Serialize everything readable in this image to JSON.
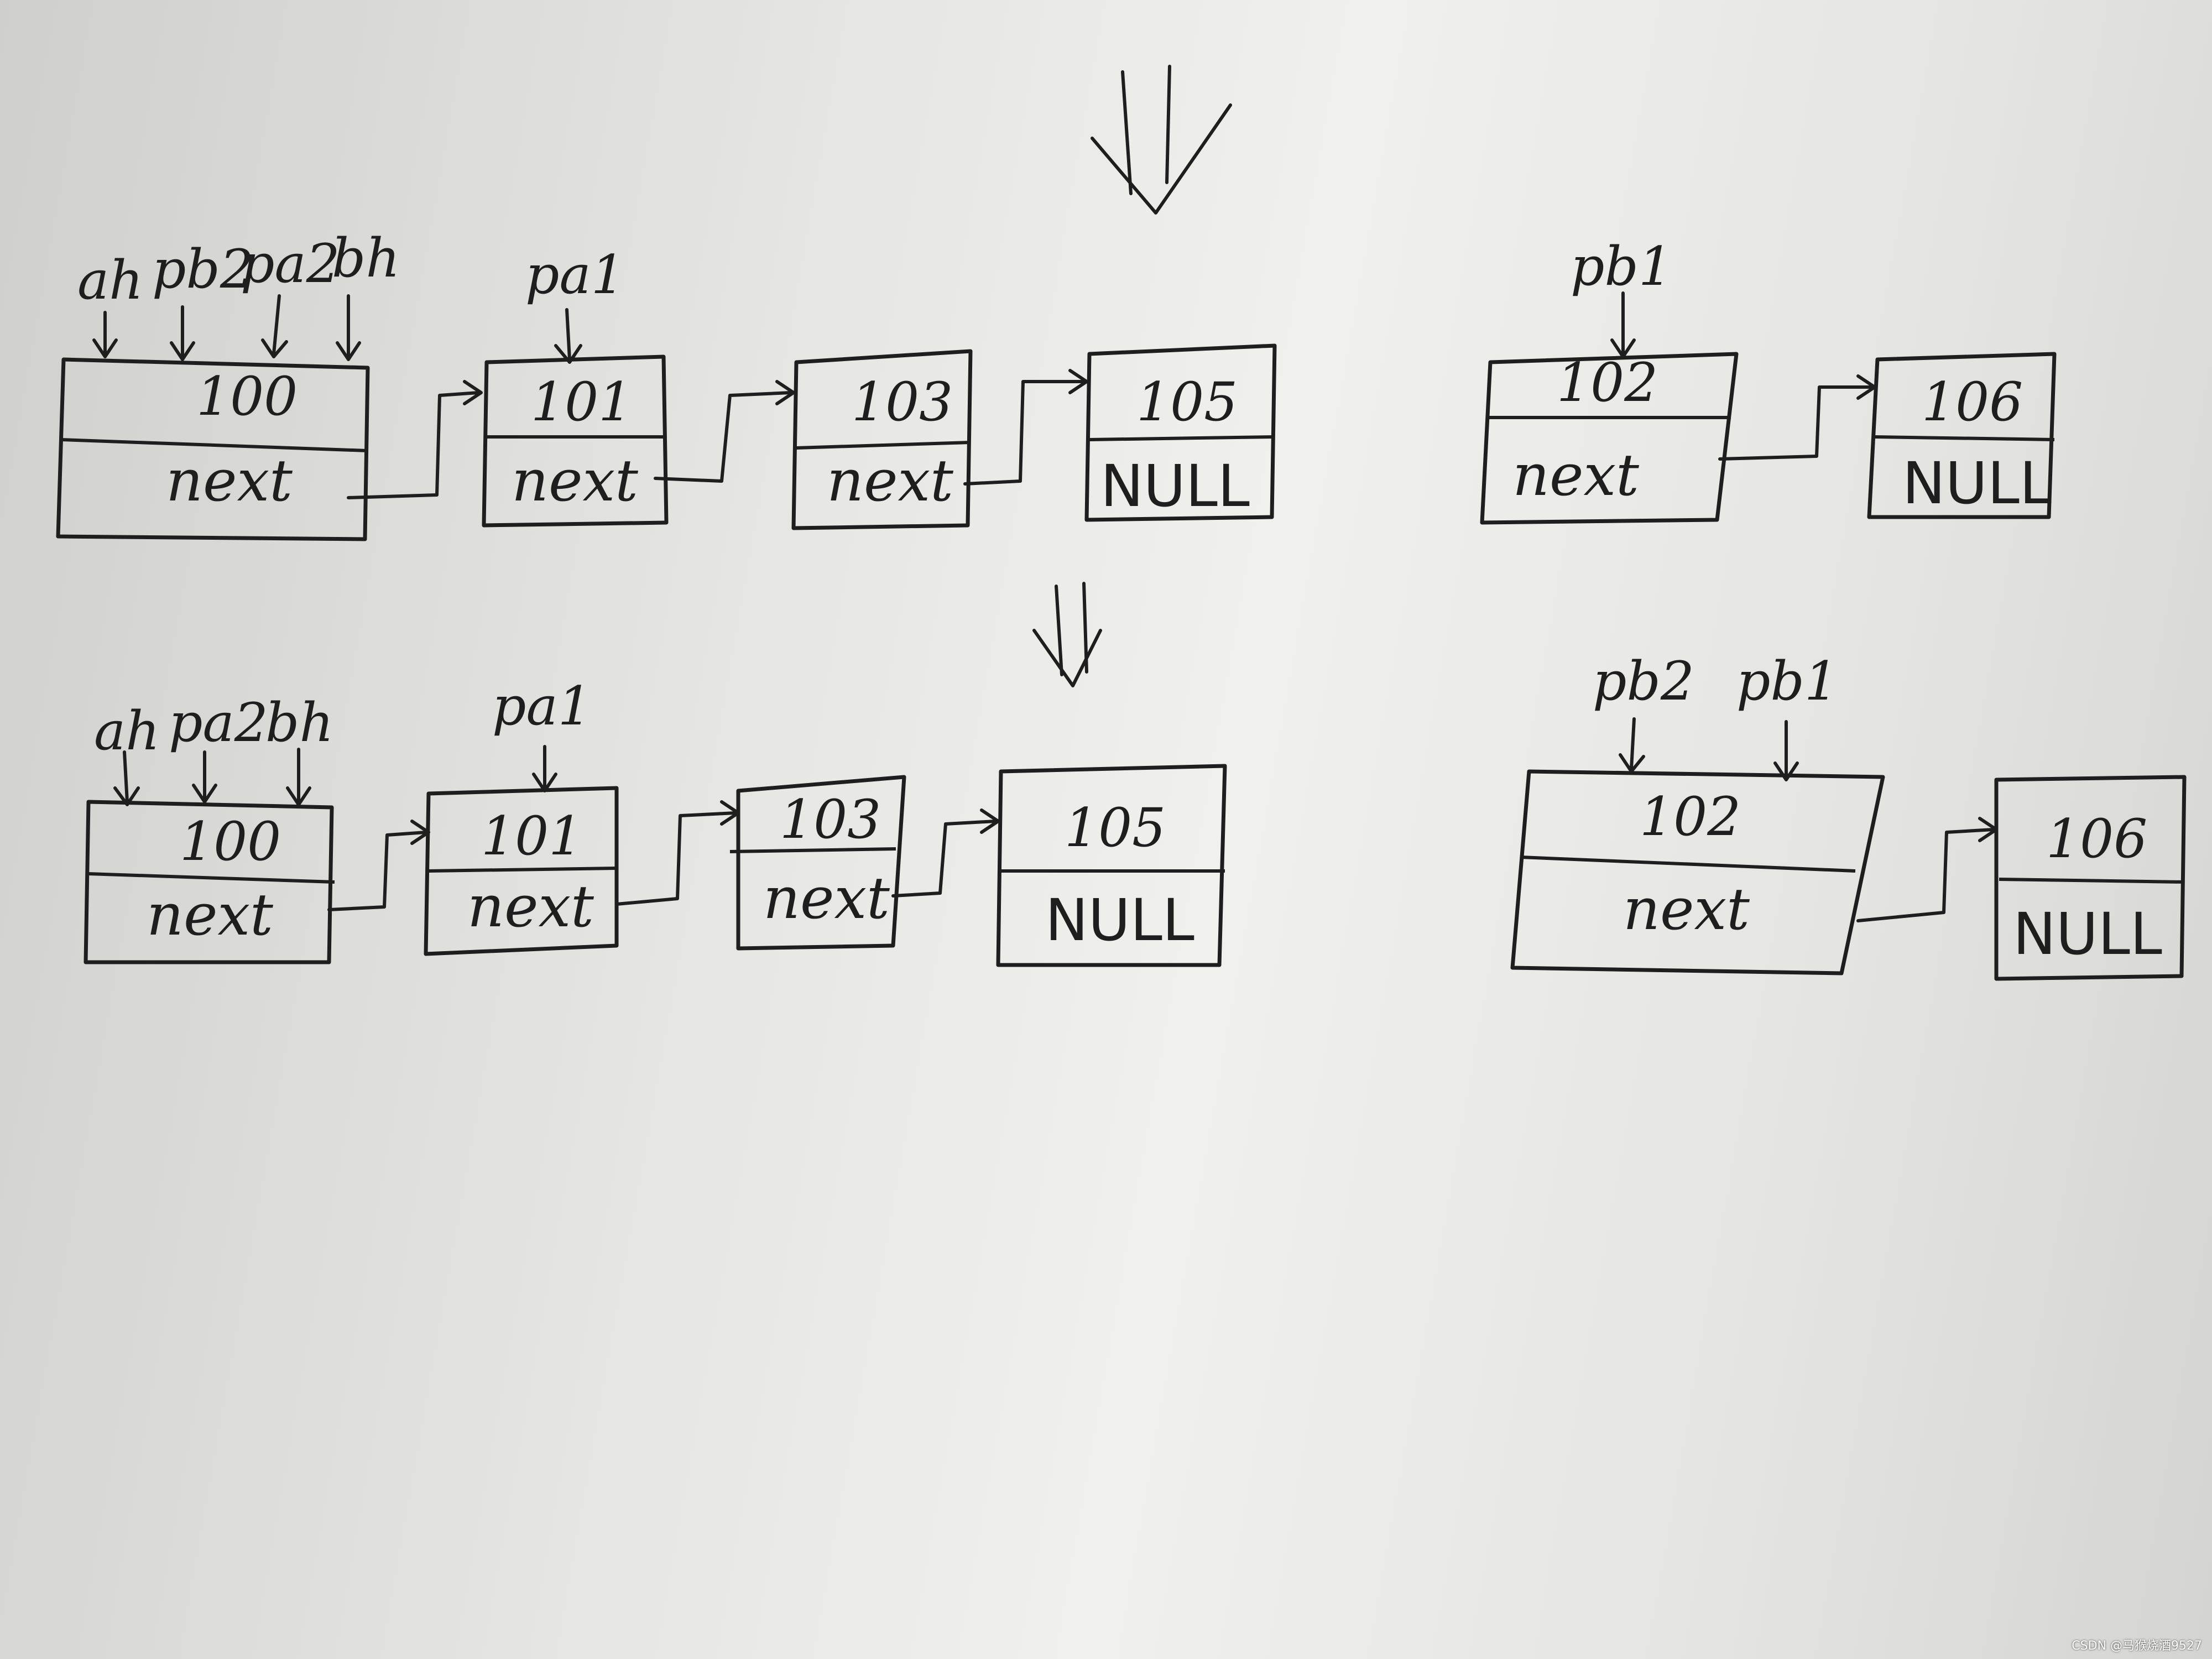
{
  "row1": {
    "nodes": [
      {
        "id": "n100",
        "value": "100",
        "field": "next",
        "x": 0,
        "y": 0
      },
      {
        "id": "n101",
        "value": "101",
        "field": "next"
      },
      {
        "id": "n103",
        "value": "103",
        "field": "next"
      },
      {
        "id": "n105",
        "value": "105",
        "field": "NULL"
      },
      {
        "id": "n102",
        "value": "102",
        "field": "next"
      },
      {
        "id": "n106",
        "value": "106",
        "field": "NULL"
      }
    ],
    "pointers": [
      "ah",
      "pb2",
      "pa2",
      "bh",
      "pa1",
      "pb1"
    ]
  },
  "row2": {
    "nodes": [
      {
        "id": "n100",
        "value": "100",
        "field": "next"
      },
      {
        "id": "n101",
        "value": "101",
        "field": "next"
      },
      {
        "id": "n103",
        "value": "103",
        "field": "next"
      },
      {
        "id": "n105",
        "value": "105",
        "field": "NULL"
      },
      {
        "id": "n102",
        "value": "102",
        "field": "next"
      },
      {
        "id": "n106",
        "value": "106",
        "field": "NULL"
      }
    ],
    "pointers": [
      "ah",
      "pa2",
      "bh",
      "pa1",
      "pb2",
      "pb1"
    ]
  },
  "watermark": "CSDN @马猴烧酒9527"
}
